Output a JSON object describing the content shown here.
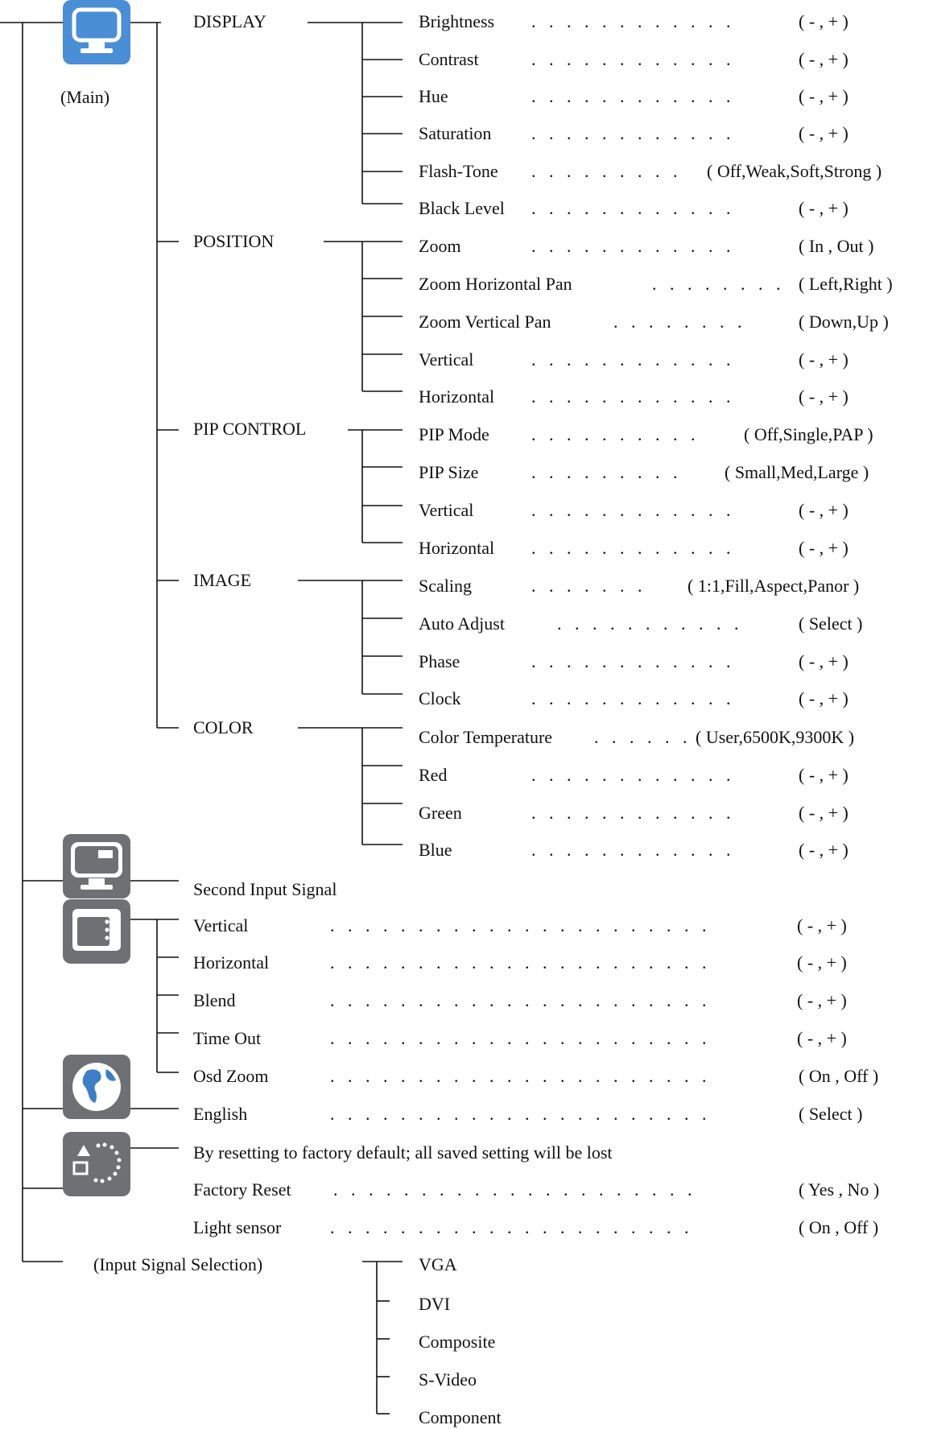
{
  "main_label": "(Main)",
  "groups": [
    {
      "name": "DISPLAY",
      "items": [
        {
          "label": "Brightness",
          "options": "( - , + )"
        },
        {
          "label": "Contrast",
          "options": "( - , + )"
        },
        {
          "label": "Hue",
          "options": "( - , + )"
        },
        {
          "label": "Saturation",
          "options": "( - , + )"
        },
        {
          "label": "Flash-Tone",
          "options": "( Off,Weak,Soft,Strong )"
        },
        {
          "label": "Black Level",
          "options": "( - , + )"
        }
      ]
    },
    {
      "name": "POSITION",
      "items": [
        {
          "label": "Zoom",
          "options": "( In , Out )"
        },
        {
          "label": "Zoom Horizontal Pan",
          "options": "( Left,Right )"
        },
        {
          "label": "Zoom Vertical Pan",
          "options": "( Down,Up )"
        },
        {
          "label": "Vertical",
          "options": "( - , + )"
        },
        {
          "label": "Horizontal",
          "options": "( - , + )"
        }
      ]
    },
    {
      "name": "PIP CONTROL",
      "items": [
        {
          "label": "PIP Mode",
          "options": "( Off,Single,PAP )"
        },
        {
          "label": "PIP Size",
          "options": "( Small,Med,Large )"
        },
        {
          "label": "Vertical",
          "options": "( - , + )"
        },
        {
          "label": "Horizontal",
          "options": "( - , + )"
        }
      ]
    },
    {
      "name": "IMAGE",
      "items": [
        {
          "label": "Scaling",
          "options": "( 1:1,Fill,Aspect,Panor )"
        },
        {
          "label": "Auto Adjust",
          "options": "( Select )"
        },
        {
          "label": "Phase",
          "options": "( - , + )"
        },
        {
          "label": "Clock",
          "options": "( - , + )"
        }
      ]
    },
    {
      "name": "COLOR",
      "items": [
        {
          "label": "Color Temperature",
          "options": "( User,6500K,9300K )"
        },
        {
          "label": "Red",
          "options": "( - , + )"
        },
        {
          "label": "Green",
          "options": "( - , + )"
        },
        {
          "label": "Blue",
          "options": "( - , + )"
        }
      ]
    }
  ],
  "second_input": {
    "label": "Second Input Signal"
  },
  "osd_items": [
    {
      "label": "Vertical",
      "options": "( - , + )"
    },
    {
      "label": "Horizontal",
      "options": "( - , + )"
    },
    {
      "label": "Blend",
      "options": "( - , + )"
    },
    {
      "label": "Time Out",
      "options": "( - , + )"
    },
    {
      "label": "Osd Zoom",
      "options": "( On , Off )"
    }
  ],
  "language": {
    "label": "English",
    "options": "( Select )"
  },
  "reset": {
    "note": "By resetting to factory default; all saved setting will be lost",
    "items": [
      {
        "label": "Factory Reset",
        "options": "( Yes , No )"
      },
      {
        "label": "Light sensor",
        "options": "( On , Off )"
      }
    ]
  },
  "input_selection": {
    "label": "(Input Signal Selection)",
    "items": [
      "VGA",
      "DVI",
      "Composite",
      "S-Video",
      "Component"
    ]
  },
  "icons": [
    "main-monitor-icon",
    "second-input-monitor-icon",
    "osd-panel-icon",
    "language-globe-icon",
    "reset-shapes-icon"
  ],
  "colors": {
    "icon_main": "#4a8ed6",
    "icon_gray": "#6e7074",
    "line": "#111111"
  }
}
